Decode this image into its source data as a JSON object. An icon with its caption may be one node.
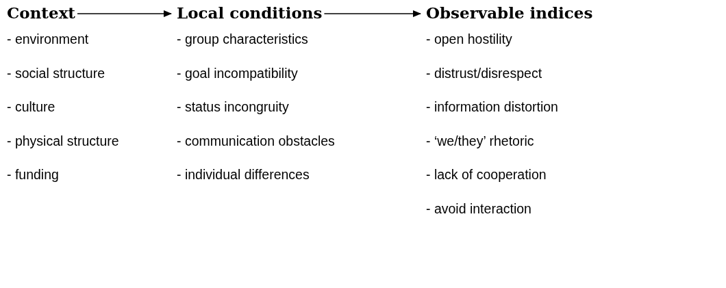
{
  "diagram": {
    "nodes": [
      {
        "text": [
          "Context"
        ],
        "beside": [
          "- environment",
          "- social structure",
          "- culture",
          "- physical structure",
          "- funding"
        ]
      },
      {
        "text": [
          "Local conditions"
        ],
        "beside": [
          "- group characteristics",
          "- goal incompatibility",
          "- status incongruity",
          "- communication obstacles",
          "- individual differences"
        ]
      },
      {
        "text": [
          "Observable indices"
        ],
        "beside": [
          "- open hostility",
          "- distrust/disrespect",
          "- information distortion",
          "- ‘we/they’ rhetoric",
          "- lack of cooperation",
          "- avoid interaction"
        ]
      }
    ],
    "edges": [
      {
        "from": 0,
        "to": 1,
        "arrow": "to"
      },
      {
        "from": 1,
        "to": 2,
        "arrow": "to"
      }
    ]
  }
}
